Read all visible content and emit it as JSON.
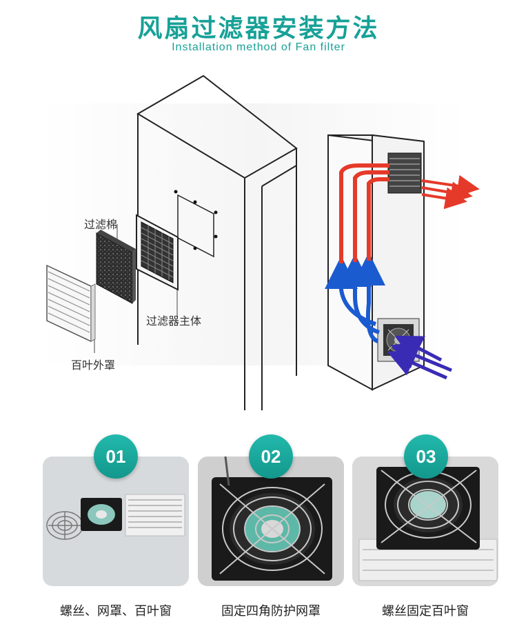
{
  "header": {
    "title": "风扇过滤器安装方法",
    "subtitle": "Installation method of Fan filter"
  },
  "diagram": {
    "labels": {
      "filter_cotton": "过滤棉",
      "filter_body": "过滤器主体",
      "louver_cover": "百叶外罩"
    },
    "colors": {
      "hot_air": "#e53a2a",
      "cool_air": "#1b5bd0",
      "intake_air": "#3a2bb5",
      "accent": "#17a197"
    }
  },
  "steps": [
    {
      "number": "01",
      "caption": "螺丝、网罩、百叶窗"
    },
    {
      "number": "02",
      "caption": "固定四角防护网罩"
    },
    {
      "number": "03",
      "caption": "螺丝固定百叶窗"
    }
  ]
}
